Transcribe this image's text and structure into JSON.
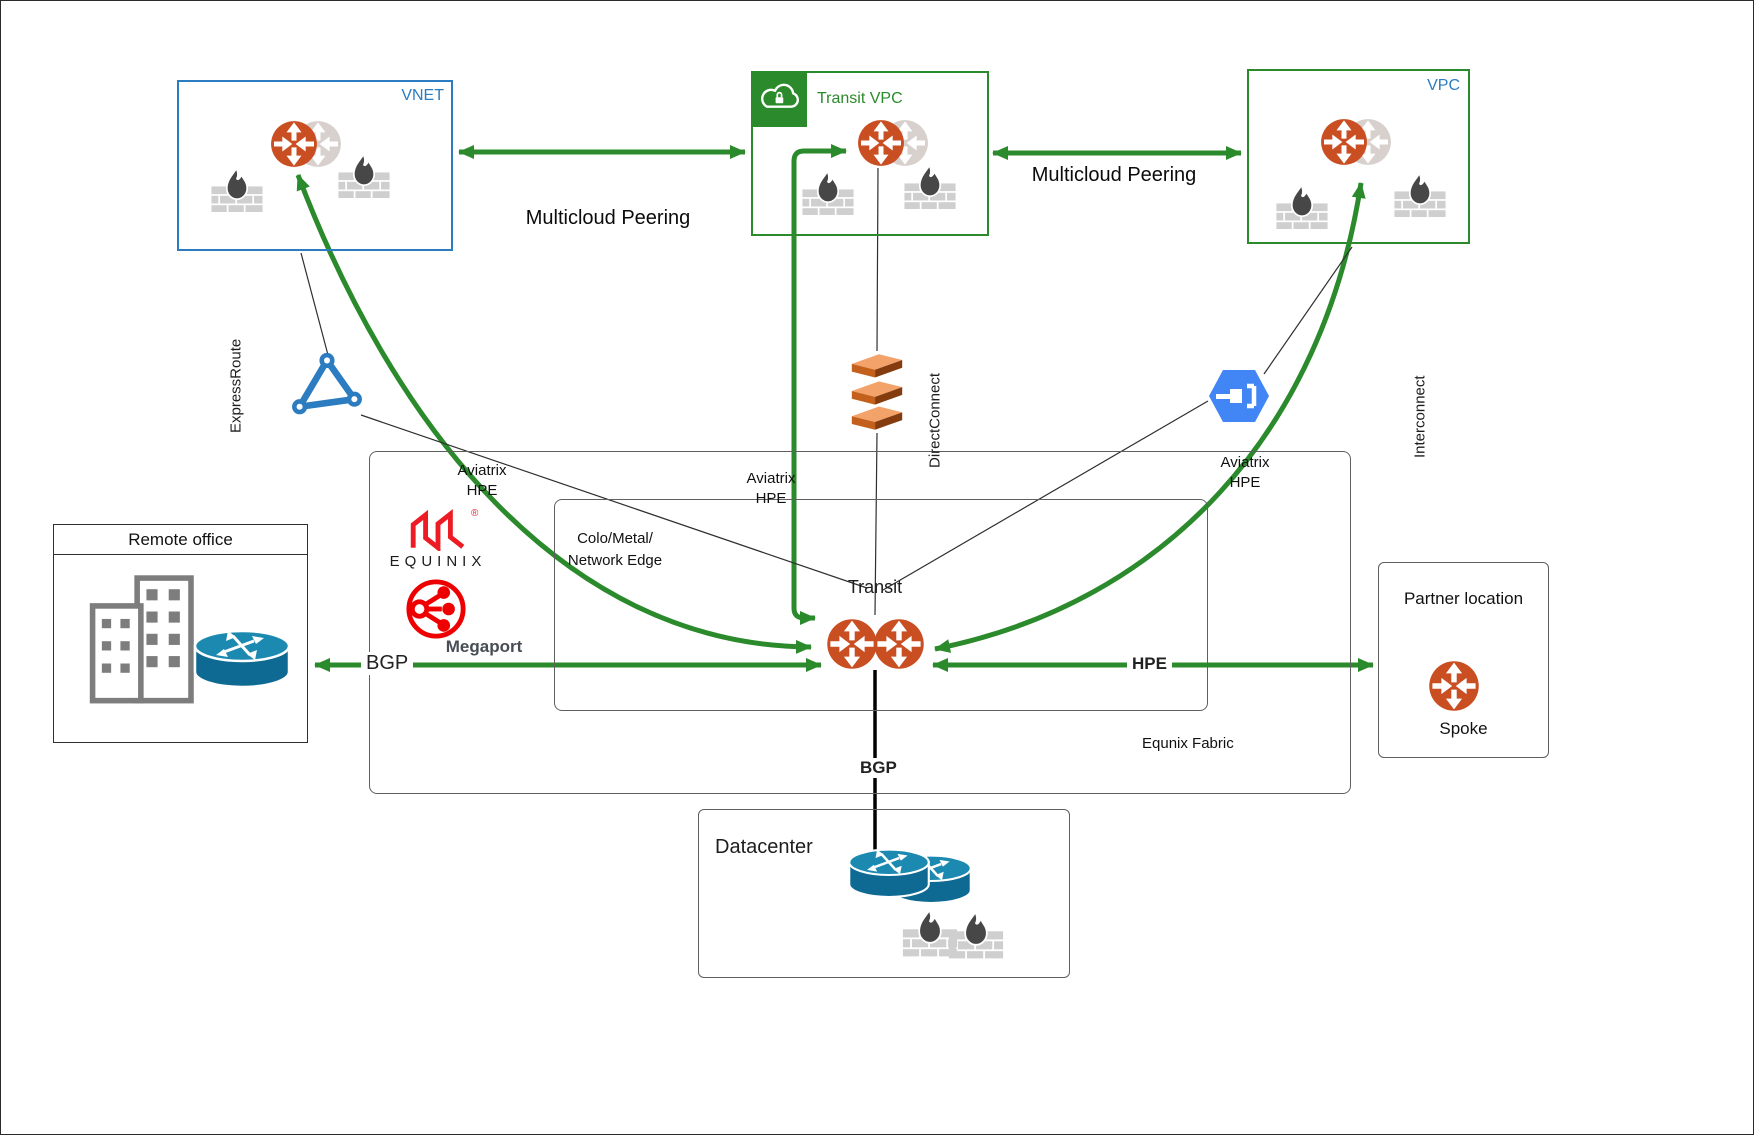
{
  "colors": {
    "green": "#2b8a2b",
    "azure_blue": "#2b7cc0",
    "gateway_orange": "#c94e22",
    "gcp_blue": "#4285f4",
    "equinix_red": "#ed1c24",
    "megaport_red": "#ee0000",
    "aws_orange": "#c2601c",
    "router_teal": "#0e6a93",
    "router_teal_top": "#1c89b0",
    "ghost_gray": "#b7aaa5"
  },
  "top": {
    "vnet_label": "VNET",
    "transit_vpc_label": "Transit VPC",
    "vpc_label": "VPC",
    "peering_left": "Multicloud Peering",
    "peering_right": "Multicloud Peering"
  },
  "onramps": {
    "expressroute": "ExpressRoute",
    "directconnect": "DirectConnect",
    "interconnect": "Interconnect"
  },
  "fabric": {
    "label": "Equnix Fabric",
    "colo_line1": "Colo/Metal/",
    "colo_line2": "Network Edge",
    "aviatrix_left_line1": "Aviatrix",
    "aviatrix_left_line2": "HPE",
    "aviatrix_mid_line1": "Aviatrix",
    "aviatrix_mid_line2": "HPE",
    "aviatrix_right_line1": "Aviatrix",
    "aviatrix_right_line2": "HPE",
    "equinix_wordmark": "EQUINIX",
    "equinix_reg": "®",
    "megaport_label": "Megaport",
    "transit_label": "Transit",
    "bgp_left": "BGP",
    "hpe_label": "HPE",
    "bgp_bottom": "BGP"
  },
  "remote_office": {
    "title": "Remote office"
  },
  "partner": {
    "title": "Partner location",
    "spoke": "Spoke"
  },
  "datacenter": {
    "title": "Datacenter"
  },
  "icons": {
    "gateway": "router-four-arrows",
    "firewall": "brick-wall-flame",
    "cloud_lock": "secure-transit-cloud",
    "expressroute": "azure-expressroute-triangle",
    "directconnect": "aws-direct-connect-stack",
    "interconnect": "gcp-cloud-interconnect-hexagon",
    "equinix_mark": "equinix-logo",
    "megaport_mark": "megaport-logo",
    "buildings": "office-buildings",
    "router": "router-cylinder"
  }
}
